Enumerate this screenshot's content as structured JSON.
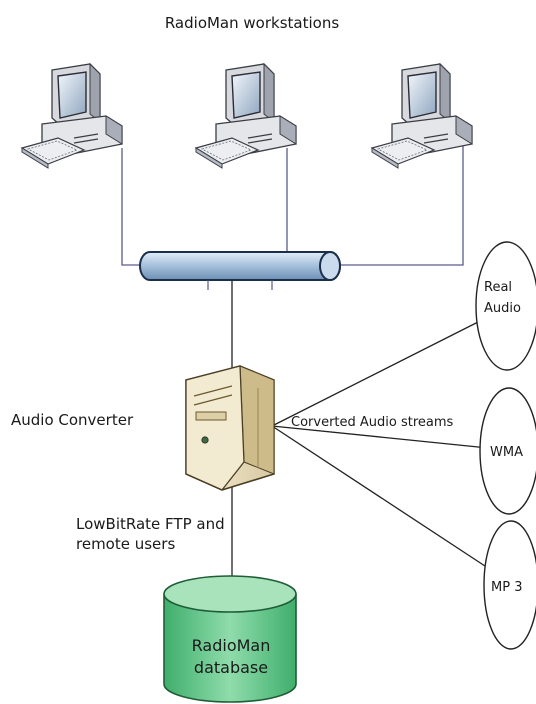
{
  "title": "RadioMan workstations",
  "workstations": [
    {
      "name": "workstation-left"
    },
    {
      "name": "workstation-center"
    },
    {
      "name": "workstation-right"
    }
  ],
  "network": {
    "name": "network-bus"
  },
  "converter": {
    "label": "Audio Converter"
  },
  "streams_label": "Corverted Audio streams",
  "lowbitrate_label": [
    "LowBitRate  FTP and",
    "remote users"
  ],
  "database": {
    "label": [
      "RadioMan",
      "database"
    ]
  },
  "formats": [
    {
      "lines": [
        "Real",
        "Audio"
      ]
    },
    {
      "lines": [
        "WMA"
      ]
    },
    {
      "lines": [
        "MP 3"
      ]
    }
  ],
  "colors": {
    "line_network": "#5b5a8c",
    "line_dark": "#222222",
    "pipe_fill": "#a9c4de",
    "pipe_edge": "#1c2f4a",
    "db_fill": "#6cc58d",
    "db_top": "#a8e3bc",
    "server_fill": "#efe3c4"
  }
}
